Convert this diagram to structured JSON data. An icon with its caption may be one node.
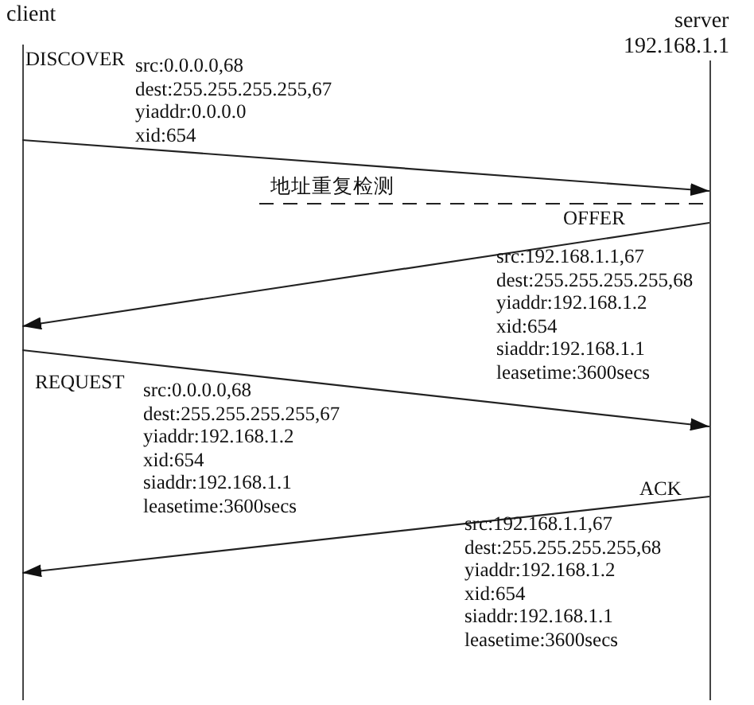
{
  "diagram": {
    "nodes": [
      {
        "text": [
          "client"
        ]
      },
      {
        "text": [
          "server",
          "192.168.1.1"
        ]
      }
    ],
    "edges": [
      {
        "from": 0,
        "to": 1,
        "arrow": "to",
        "label": "DISCOVER"
      },
      {
        "from": null,
        "to": 1,
        "arrow": "none",
        "style": "dashed",
        "label": "地址重复检测"
      },
      {
        "from": 1,
        "to": 0,
        "arrow": "to",
        "label": "OFFER"
      },
      {
        "from": 0,
        "to": 1,
        "arrow": "to",
        "label": "REQUEST"
      },
      {
        "from": 1,
        "to": 0,
        "arrow": "to",
        "label": "ACK"
      }
    ],
    "labels": [
      "src:0.0.0.0,68",
      "dest:255.255.255.255,67",
      "yiaddr:0.0.0.0",
      "xid:654",
      "src:192.168.1.1,67",
      "dest:255.255.255.255,68",
      "yiaddr:192.168.1.2",
      "xid:654",
      "siaddr:192.168.1.1",
      "leasetime:3600secs",
      "src:0.0.0.0,68",
      "dest:255.255.255.255,67",
      "yiaddr:192.168.1.2",
      "xid:654",
      "siaddr:192.168.1.1",
      "leasetime:3600secs",
      "src:192.168.1.1,67",
      "dest:255.255.255.255,68",
      "yiaddr:192.168.1.2",
      "xid:654",
      "siaddr:192.168.1.1",
      "leasetime:3600secs"
    ]
  }
}
